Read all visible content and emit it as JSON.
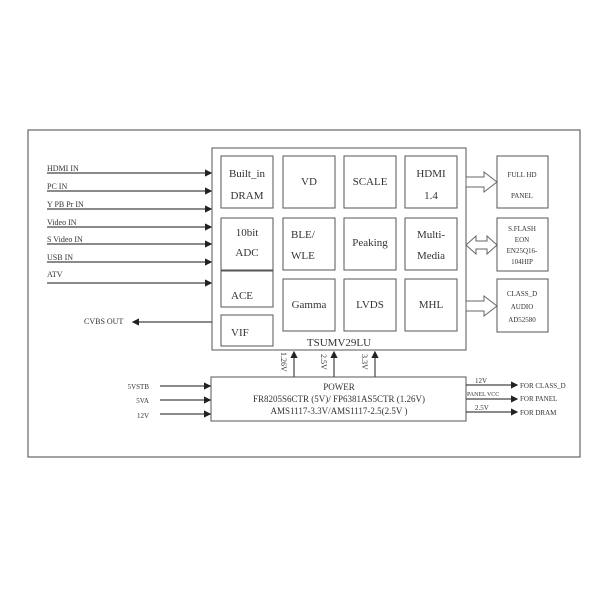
{
  "inputs": [
    "HDMI IN",
    "PC IN",
    "Y PB Pr IN",
    "Video IN",
    "S Video IN",
    "USB IN",
    "ATV"
  ],
  "cvbs_out": "CVBS OUT",
  "chip": {
    "name": "TSUMV29LU",
    "blocks": {
      "dram": [
        "Built_in",
        "DRAM"
      ],
      "adc": [
        "10bit",
        "ADC"
      ],
      "ace": "ACE",
      "vif": "VIF",
      "vd": "VD",
      "scale": "SCALE",
      "hdmi": [
        "HDMI",
        "1.4"
      ],
      "ble": [
        "BLE/",
        "WLE"
      ],
      "peaking": "Peaking",
      "mm": [
        "Multi-",
        "Media"
      ],
      "gamma": "Gamma",
      "lvds": "LVDS",
      "mhl": "MHL"
    }
  },
  "outputs": {
    "panel": [
      "FULL HD",
      "PANEL"
    ],
    "flash": [
      "S.FLASH",
      "EON",
      "EN25Q16-",
      "104HIP"
    ],
    "audio": [
      "CLASS_D",
      "AUDIO",
      "AD52580"
    ]
  },
  "rails": [
    "1.26V",
    "2.5V",
    "3.3V"
  ],
  "power": {
    "title": "POWER",
    "line1": "FR8205S6CTR (5V)/ FP6381AS5CTR (1.26V)",
    "line2": "AMS1117-3.3V/AMS1117-2.5(2.5V )",
    "inputs": [
      "5VSTB",
      "5VA",
      "12V"
    ],
    "outputs": [
      {
        "rail": "12V",
        "dest": "FOR CLASS_D"
      },
      {
        "rail": "PANEL VCC",
        "dest": "FOR PANEL"
      },
      {
        "rail": "2.5V",
        "dest": "FOR DRAM"
      }
    ]
  }
}
